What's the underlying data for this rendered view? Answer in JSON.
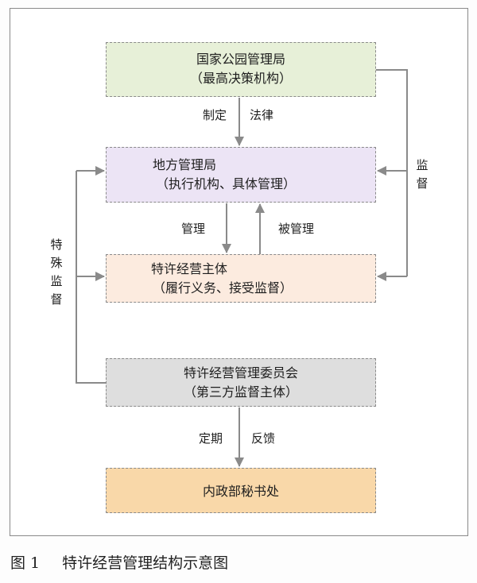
{
  "diagram": {
    "nodes": {
      "park_bureau": {
        "line1": "国家公园管理局",
        "line2": "（最高决策机构）"
      },
      "local_bureau": {
        "line1": "地方管理局",
        "line2": "（执行机构、具体管理）"
      },
      "concession_entity": {
        "line1": "特许经营主体",
        "line2": "（履行义务、接受监督）"
      },
      "committee": {
        "line1": "特许经营管理委员会",
        "line2": "（第三方监督主体）"
      },
      "secretariat": {
        "line1": "内政部秘书处"
      }
    },
    "edges": {
      "formulate": "制定",
      "law": "法律",
      "manage": "管理",
      "managed": "被管理",
      "regular": "定期",
      "feedback": "反馈",
      "supervise": [
        "监",
        "督"
      ],
      "special_supervise": [
        "特",
        "殊",
        "监",
        "督"
      ]
    }
  },
  "caption": {
    "number": "图 1",
    "title": "特许经营管理结构示意图"
  },
  "colors": {
    "park_fill": "#e7f0d8",
    "local_fill": "#ece4f5",
    "entity_fill": "#fcebdf",
    "committee_fill": "#dedede",
    "secretariat_fill": "#f9d8a9",
    "arrow": "#8a8a8a"
  }
}
